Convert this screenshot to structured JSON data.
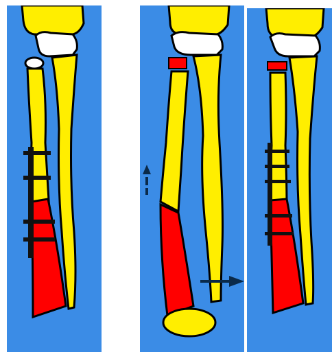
{
  "figure": {
    "panels": [
      {
        "id": "panel-1"
      },
      {
        "id": "panel-2"
      },
      {
        "id": "panel-3"
      }
    ],
    "colors": {
      "background": "#3b8ce6",
      "bone": "#ffee00",
      "cartilage": "#ffffff",
      "bone_segment": "#ff0000",
      "outline": "#000000",
      "plate": "#111111",
      "arrow": "#0a2a4a",
      "page": "#ffffff"
    },
    "icons": [
      "up-arrow-icon",
      "right-arrow-icon"
    ]
  }
}
